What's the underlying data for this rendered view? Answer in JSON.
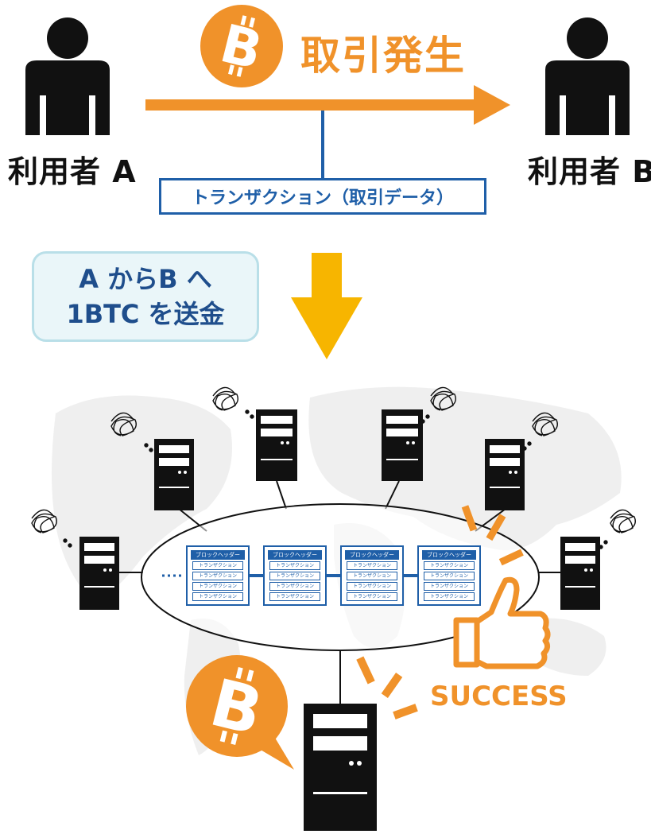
{
  "title": "取引発生",
  "user_a": "利用者 A",
  "user_b": "利用者 B",
  "transaction_label": "トランザクション（取引データ）",
  "send_note": {
    "line1": "A からB へ",
    "line2": "1BTC を送金"
  },
  "success": "SUCCESS",
  "blocks": [
    {
      "header": "ブロックヘッダー",
      "rows": [
        "トランザクション",
        "トランザクション",
        "トランザクション",
        "トランザクション"
      ]
    },
    {
      "header": "ブロックヘッダー",
      "rows": [
        "トランザクション",
        "トランザクション",
        "トランザクション",
        "トランザクション"
      ]
    },
    {
      "header": "ブロックヘッダー",
      "rows": [
        "トランザクション",
        "トランザクション",
        "トランザクション",
        "トランザクション"
      ]
    },
    {
      "header": "ブロックヘッダー",
      "rows": [
        "トランザクション",
        "トランザクション",
        "トランザクション",
        "トランザクション"
      ]
    }
  ],
  "colors": {
    "orange": "#f0922a",
    "blue": "#1f5fa8",
    "yellow": "#f7b500",
    "black": "#111111"
  },
  "icons": [
    "person-icon",
    "bitcoin-icon",
    "server-icon",
    "thumbs-up-icon",
    "world-map",
    "scribble-icon"
  ]
}
